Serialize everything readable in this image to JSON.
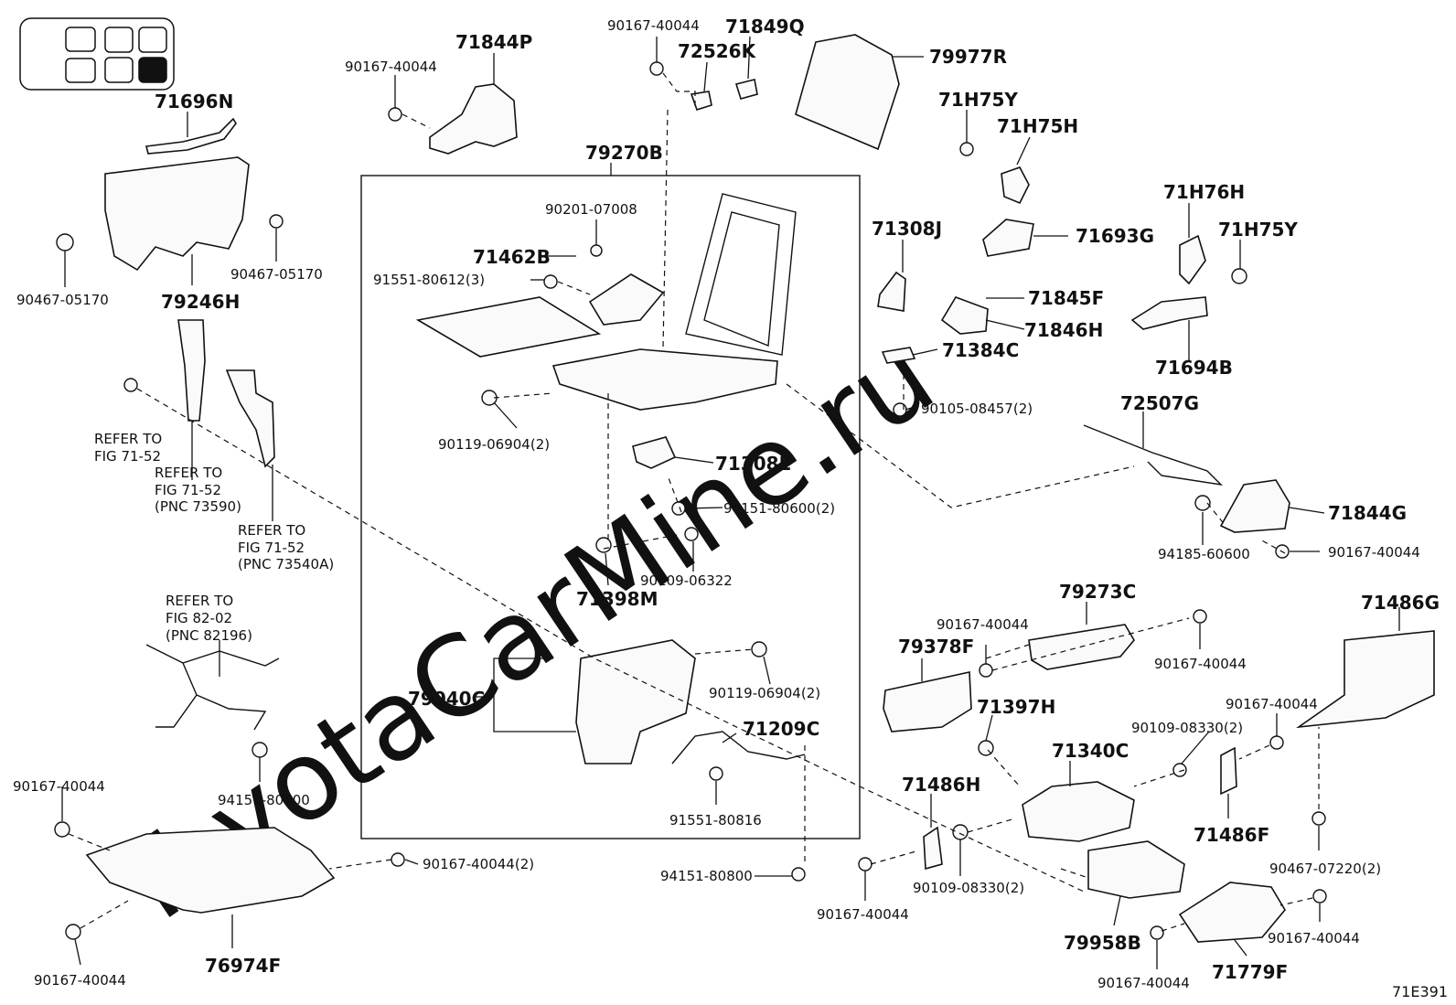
{
  "watermark": "ToyotaCarMine.ru",
  "figure_code": "71E391",
  "seat_icon": {
    "highlighted_cell": "rear-right"
  },
  "labels": {
    "p71696N": "71696N",
    "p71844P": "71844P",
    "p90167_40044_a": "90167-40044",
    "p90167_40044_b": "90167-40044",
    "p71849Q": "71849Q",
    "p72526K": "72526K",
    "p79977R": "79977R",
    "p79270B": "79270B",
    "p90201_07008": "90201-07008",
    "p71462B": "71462B",
    "p91551_80612": "91551-80612(3)",
    "p79246H": "79246H",
    "p90467_05170_a": "90467-05170",
    "p90467_05170_b": "90467-05170",
    "p71H75Y_a": "71H75Y",
    "p71H75H": "71H75H",
    "p71693G": "71693G",
    "p71H76H": "71H76H",
    "p71H75Y_b": "71H75Y",
    "p71308J": "71308J",
    "p71845F": "71845F",
    "p71846H": "71846H",
    "p71694B": "71694B",
    "p71384C": "71384C",
    "p90105_08457": "90105-08457(2)",
    "p72507G": "72507G",
    "p90119_06904_a": "90119-06904(2)",
    "p71308L": "71308L",
    "p94151_80600_2": "94151-80600(2)",
    "p71844G": "71844G",
    "p94185_60600": "94185-60600",
    "p90167_40044_c": "90167-40044",
    "p90109_06322": "90109-06322",
    "p71398M": "71398M",
    "p79273C": "79273C",
    "p71486G": "71486G",
    "p90167_40044_d": "90167-40044",
    "p79378F": "79378F",
    "p90167_40044_e": "90167-40044",
    "p79040C": "79040C",
    "p90119_06904_b": "90119-06904(2)",
    "p71397H": "71397H",
    "p90167_40044_f": "90167-40044",
    "p71209C": "71209C",
    "p71340C": "71340C",
    "p90109_08330_a": "90109-08330(2)",
    "p94151_80600": "94151-80600",
    "p90167_40044_g": "90167-40044",
    "p91551_80816": "91551-80816",
    "p71486H": "71486H",
    "p71486F": "71486F",
    "p90167_40044_h": "90167-40044(2)",
    "p94151_80800": "94151-80800",
    "p90109_08330_b": "90109-08330(2)",
    "p90467_07220": "90467-07220(2)",
    "p90167_40044_i": "90167-40044",
    "p90167_40044_j": "90167-40044",
    "p79958B": "79958B",
    "p71779F": "71779F",
    "p90167_40044_k": "90167-40044",
    "p90167_40044_l": "90167-40044",
    "p76974F": "76974F"
  },
  "refs": {
    "r1a": "REFER TO",
    "r1b": "FIG 71-52",
    "r2a": "REFER TO",
    "r2b": "FIG 71-52",
    "r2c": "(PNC 73590)",
    "r3a": "REFER TO",
    "r3b": "FIG 71-52",
    "r3c": "(PNC 73540A)",
    "r4a": "REFER TO",
    "r4b": "FIG 82-02",
    "r4c": "(PNC 82196)"
  }
}
